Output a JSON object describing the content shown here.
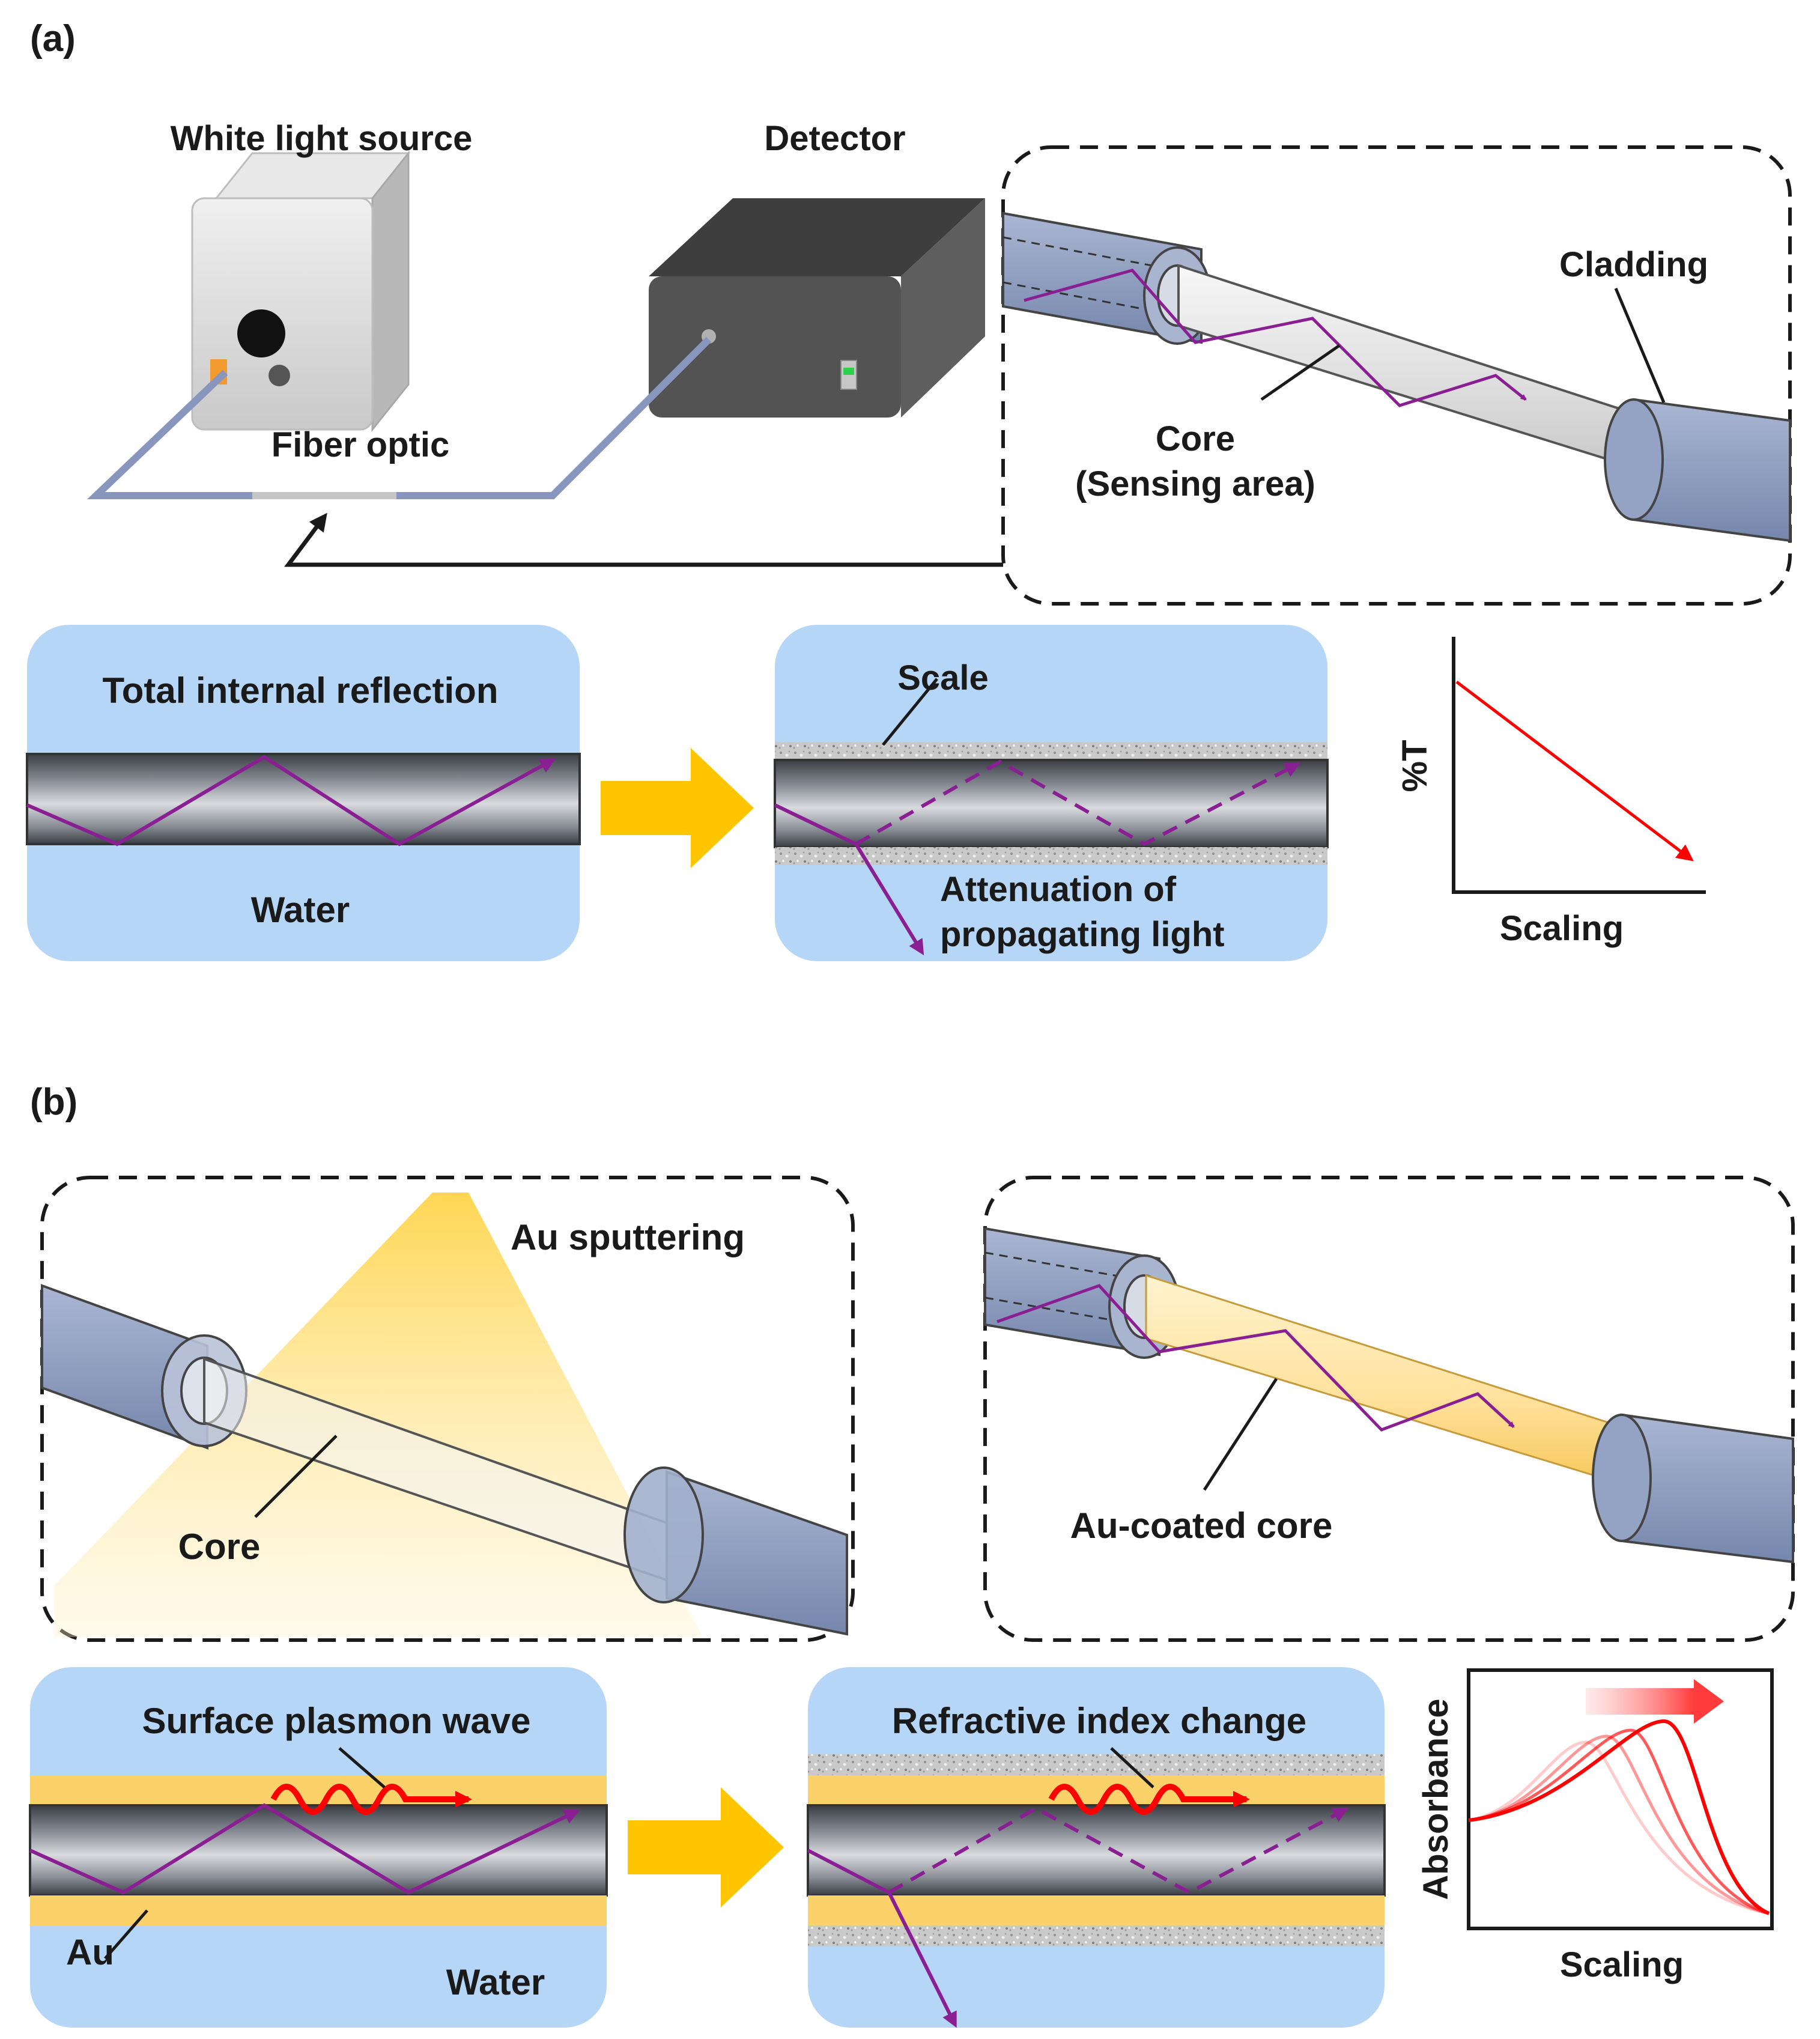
{
  "panel_a": {
    "label": "(a)",
    "source_label": "White light source",
    "detector_label": "Detector",
    "fiber_label": "Fiber optic",
    "cladding_label": "Cladding",
    "core_label_line1": "Core",
    "core_label_line2": "(Sensing area)",
    "tir_label": "Total internal reflection",
    "water_label": "Water",
    "scale_label": "Scale",
    "attenuation_line1": "Attenuation of",
    "attenuation_line2": "propagating light",
    "graph": {
      "ylabel": "%T",
      "xlabel": "Scaling",
      "trend": "decreasing"
    }
  },
  "panel_b": {
    "label": "(b)",
    "sputter_label": "Au sputtering",
    "core_label": "Core",
    "au_core_label": "Au-coated core",
    "spw_label": "Surface plasmon wave",
    "au_label": "Au",
    "water_label": "Water",
    "ri_label": "Refractive index change",
    "graph": {
      "ylabel": "Absorbance",
      "xlabel": "Scaling",
      "trend": "peak shift right"
    }
  },
  "colors": {
    "ray": "#8a1f94",
    "water": "#b5d6f7",
    "gold": "#fbd26a",
    "cladding": "#8b9bc0",
    "arrow": "#ffc600",
    "plasmon": "#ff0000"
  }
}
